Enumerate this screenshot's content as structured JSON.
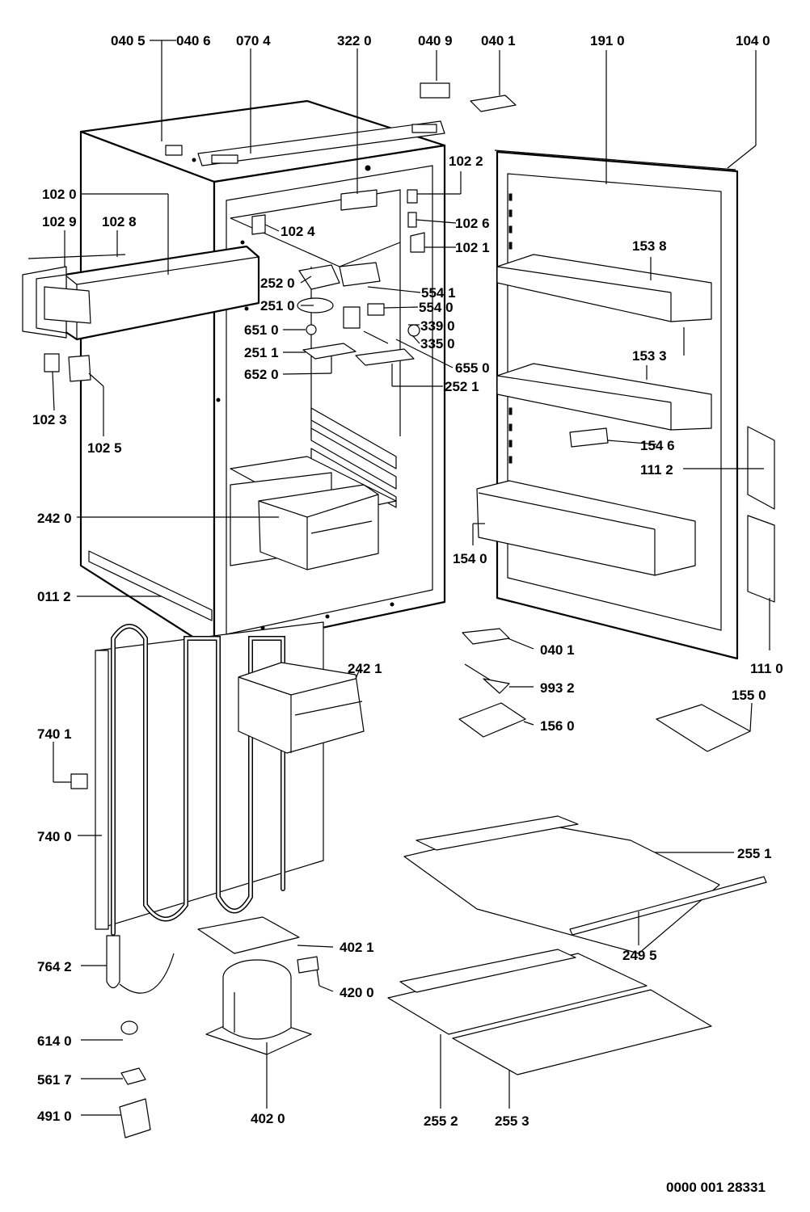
{
  "labels": {
    "l0405": "040 5",
    "l0406": "040 6",
    "l0704": "070 4",
    "l3220": "322 0",
    "l0409": "040 9",
    "l0401a": "040 1",
    "l1910": "191 0",
    "l1040": "104 0",
    "l1022": "102 2",
    "l1020": "102 0",
    "l1029": "102 9",
    "l1028": "102 8",
    "l1024": "102 4",
    "l1026": "102 6",
    "l1021": "102 1",
    "l1538": "153 8",
    "l2520": "252 0",
    "l5541": "554 1",
    "l2510": "251 0",
    "l5540": "554 0",
    "l6510": "651 0",
    "l3390": "339 0",
    "l3350": "335 0",
    "l2511": "251 1",
    "l1533": "153 3",
    "l6520": "652 0",
    "l6550": "655 0",
    "l2521": "252 1",
    "l1023": "102 3",
    "l1025": "102 5",
    "l1546": "154 6",
    "l1112": "111 2",
    "l2420": "242 0",
    "l1540": "154 0",
    "l0112": "011 2",
    "l0401b": "040 1",
    "l1110": "111 0",
    "l2421": "242 1",
    "l9932": "993 2",
    "l1550": "155 0",
    "l1560": "156 0",
    "l7401": "740 1",
    "l7400": "740 0",
    "l2551": "255 1",
    "l4021": "402 1",
    "l2495": "249 5",
    "l7642": "764 2",
    "l4200": "420 0",
    "l6140": "614 0",
    "l5617": "561 7",
    "l4910": "491 0",
    "l4020": "402 0",
    "l2552": "255 2",
    "l2553": "255 3"
  },
  "drawing_number": "0000 001 28331"
}
